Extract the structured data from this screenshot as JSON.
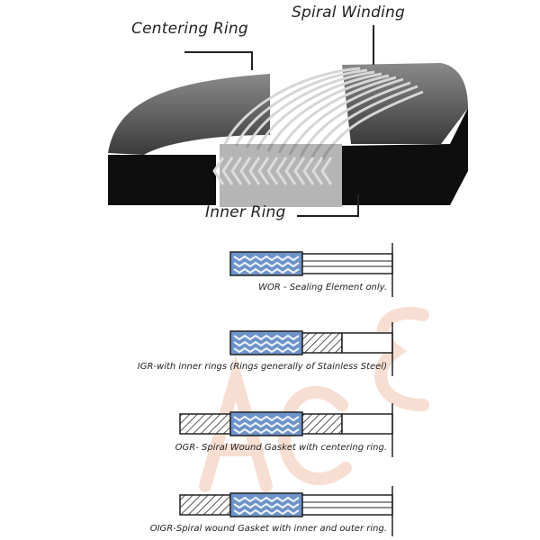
{
  "callouts": {
    "centering_ring": "Centering Ring",
    "spiral_winding": "Spiral Winding",
    "inner_ring": "Inner Ring"
  },
  "sections": [
    {
      "id": "wor",
      "caption": "WOR - Sealing Element only."
    },
    {
      "id": "igr",
      "caption": "IGR-with inner rings (Rings generally of Stainless Steel)"
    },
    {
      "id": "ogr",
      "caption": "OGR- Spiral Wound Gasket with centering ring."
    },
    {
      "id": "oigr",
      "caption": "OIGR-Spiral wound Gasket with inner and outer ring."
    }
  ],
  "watermark": "ACE",
  "colors": {
    "winding_blue": "#6d93c9",
    "ring_black": "#111111",
    "hatch": "#555555",
    "watermark": "#f2c9b6"
  }
}
